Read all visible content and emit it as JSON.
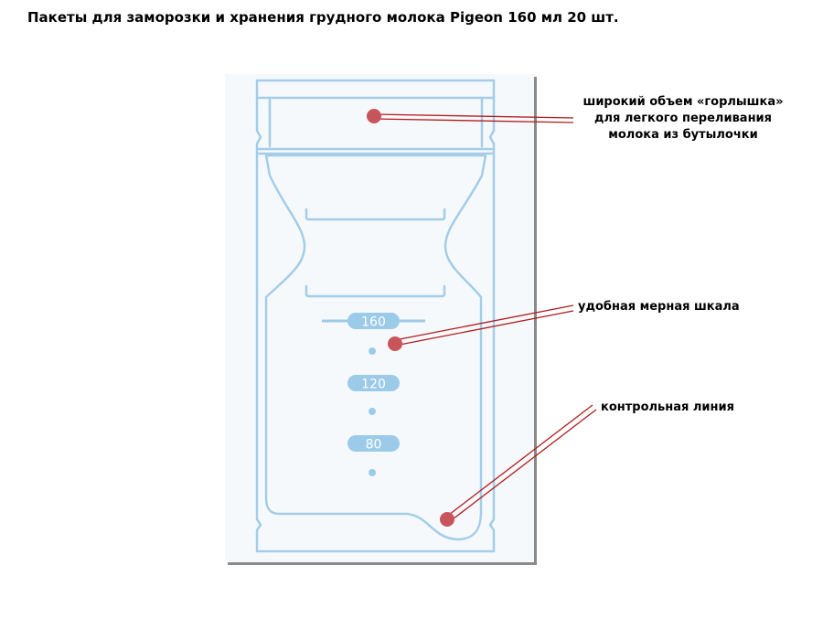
{
  "title": "Пакеты для заморозки и хранения грудного молока Pigeon 160 мл 20 шт.",
  "callouts": {
    "neck": [
      "широкий объем «горлышка»",
      "для легкого переливания",
      "молока из бутылочки"
    ],
    "scale": "удобная мерная шкала",
    "control_line": "контрольная линия"
  },
  "scale_marks": [
    "160",
    "120",
    "80"
  ],
  "colors": {
    "outline": "#a3cde8",
    "scale_fill": "#9ccbea",
    "pointer_line": "#b01c1c",
    "pointer_dot": "#c8555c",
    "panel_bg": "#f6f9fc"
  }
}
